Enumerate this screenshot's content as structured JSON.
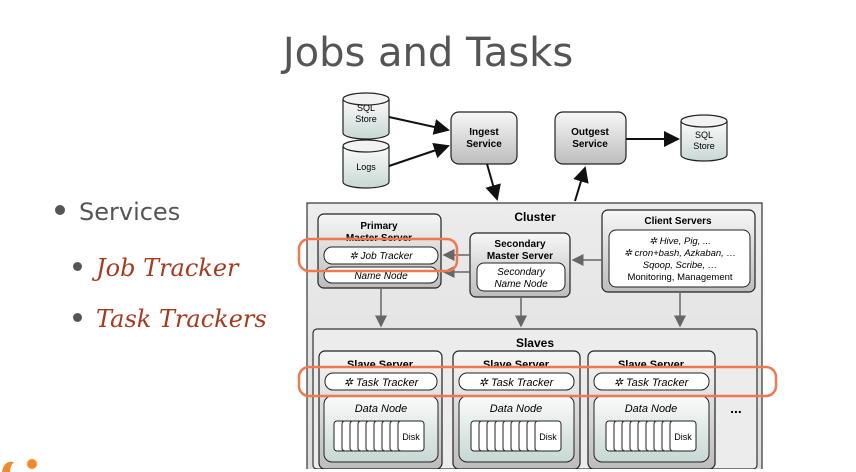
{
  "slide": {
    "title": "Jobs and Tasks",
    "bullets": {
      "main": "Services",
      "sub": [
        "Job Tracker",
        "Task Trackers"
      ]
    }
  },
  "diagram": {
    "sql_store_top": [
      "SQL",
      "Store"
    ],
    "logs": "Logs",
    "ingest": [
      "Ingest",
      "Service"
    ],
    "outgest": [
      "Outgest",
      "Service"
    ],
    "sql_store_right": [
      "SQL",
      "Store"
    ],
    "cluster": "Cluster",
    "primary_master": [
      "Primary",
      "Master Server"
    ],
    "job_tracker": "✲ Job Tracker",
    "name_node": "Name Node",
    "secondary_master": [
      "Secondary",
      "Master Server"
    ],
    "secondary_name_node": [
      "Secondary",
      "Name Node"
    ],
    "client_servers": "Client Servers",
    "client_lines": [
      "✲ Hive, Pig, ...",
      "✲ cron+bash, Azkaban, …",
      "Sqoop, Scribe, …",
      "Monitoring, Management"
    ],
    "slaves": "Slaves",
    "slave_server": "Slave Server",
    "task_tracker": "✲ Task Tracker",
    "data_node": "Data Node",
    "disk": "Disk",
    "ellipsis": "..."
  },
  "colors": {
    "title": "#555555",
    "bullet_sub": "#a63a1f",
    "highlight": "#f07850",
    "box_top": "#f4f4f4",
    "box_bottom": "#bcbcbc",
    "logo": "#f08a2b"
  }
}
